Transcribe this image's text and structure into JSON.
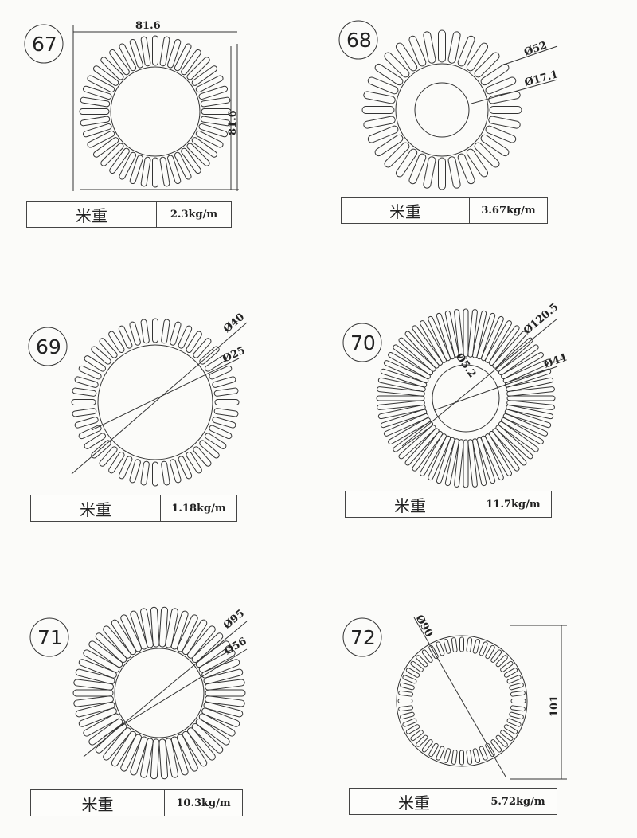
{
  "items": [
    {
      "number": "67",
      "dims": [
        "81.6",
        "81.6"
      ],
      "weight_label": "米重",
      "weight": "2.3kg/m"
    },
    {
      "number": "68",
      "dims": [
        "Ø52",
        "Ø17.1"
      ],
      "weight_label": "米重",
      "weight": "3.67kg/m"
    },
    {
      "number": "69",
      "dims": [
        "Ø40",
        "Ø25"
      ],
      "weight_label": "米重",
      "weight": "1.18kg/m"
    },
    {
      "number": "70",
      "dims": [
        "Ø120.5",
        "Ø44",
        "Ø5.2"
      ],
      "weight_label": "米重",
      "weight": "11.7kg/m"
    },
    {
      "number": "71",
      "dims": [
        "Ø95",
        "Ø56"
      ],
      "weight_label": "米重",
      "weight": "10.3kg/m"
    },
    {
      "number": "72",
      "dims": [
        "Ø90",
        "101"
      ],
      "weight_label": "米重",
      "weight": "5.72kg/m"
    }
  ]
}
